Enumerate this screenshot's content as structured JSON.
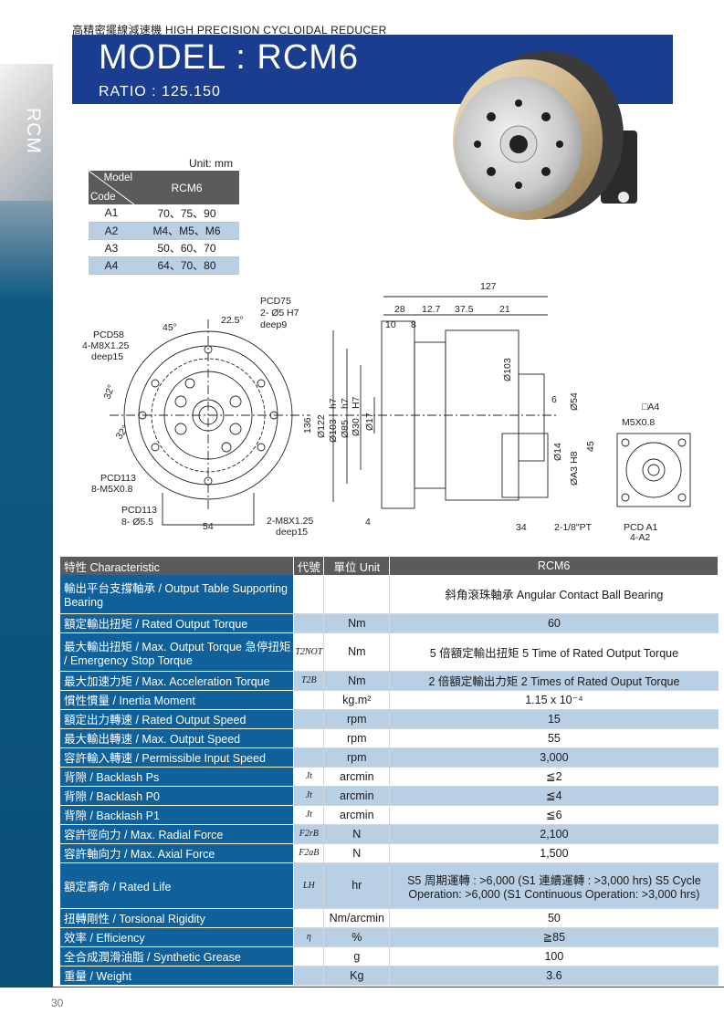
{
  "side_label": "RCM",
  "header": {
    "caption": "高精密擺線減速機  HIGH PRECISION CYCLOIDAL REDUCER",
    "title": "MODEL : RCM6",
    "ratio": "RATIO : 125.150"
  },
  "code_table": {
    "unit": "Unit: mm",
    "corner_top": "Model",
    "corner_bottom": "Code",
    "model": "RCM6",
    "rows": [
      {
        "code": "A1",
        "value": "70、75、90"
      },
      {
        "code": "A2",
        "value": "M4、M5、M6"
      },
      {
        "code": "A3",
        "value": "50、60、70"
      },
      {
        "code": "A4",
        "value": "64、70、80"
      }
    ]
  },
  "drawing": {
    "pcd75": "PCD75",
    "hole5": "2- Ø5",
    "hole5_tol": "H7",
    "deep9": "deep9",
    "ang45": "45°",
    "ang225": "22.5°",
    "pcd58": "PCD58",
    "m8": "4-M8X1.25",
    "deep15a": "deep15",
    "ang32a": "32°",
    "ang32b": "32°",
    "pcd113a": "PCD113",
    "m5": "8-M5X0.8",
    "pcd113b": "PCD113",
    "hole55": "8- Ø5.5",
    "d54": "54",
    "m8b": "2-M8X1.25",
    "deep15b": "deep15",
    "d4": "4",
    "d136": "136",
    "d122": "Ø122",
    "d103h7": "Ø103",
    "d85h7": "Ø85",
    "d30h7": "Ø30",
    "d17": "Ø17",
    "h7": "H7",
    "h7b": "h7",
    "d127": "127",
    "d28": "28",
    "d127b": "12.7",
    "d375": "37.5",
    "d21": "21",
    "d10": "10",
    "d8": "8",
    "d103": "Ø103",
    "d6": "6",
    "d54b": "Ø54",
    "d14": "Ø14",
    "d45": "45",
    "da3": "ØA3",
    "h8": "H8",
    "d34": "34",
    "pt": "2-1/8\"PT",
    "a4": "□A4",
    "m5x08": "M5X0.8",
    "pcda1": "PCD A1",
    "a2": "4-A2"
  },
  "spec": {
    "headers": [
      "特性 Characteristic",
      "代號",
      "單位 Unit",
      "RCM6"
    ],
    "rows": [
      {
        "name": "輸出平台支撐軸承 / Output Table Supporting Bearing",
        "sym": "",
        "unit": "",
        "value": "斜角滾珠軸承 Angular Contact Ball Bearing"
      },
      {
        "name": "額定輸出扭矩 / Rated Output Torque",
        "sym": "",
        "unit": "Nm",
        "value": "60"
      },
      {
        "name": "最大輸出扭矩 / Max. Output Torque 急停扭矩 / Emergency Stop Torque",
        "sym": "T2NOT",
        "unit": "Nm",
        "value": "5 倍額定輸出扭矩 5 Time of Rated Output Torque"
      },
      {
        "name": "最大加速力矩 / Max. Acceleration Torque",
        "sym": "T2B",
        "unit": "Nm",
        "value": "2 倍額定輸出力矩 2 Times of Rated Ouput Torque"
      },
      {
        "name": "慣性慣量 / Inertia Moment",
        "sym": "",
        "unit": "kg.m²",
        "value": "1.15 x 10⁻⁴"
      },
      {
        "name": "額定出力轉速 / Rated Output Speed",
        "sym": "",
        "unit": "rpm",
        "value": "15"
      },
      {
        "name": "最大輸出轉速 / Max. Output Speed",
        "sym": "",
        "unit": "rpm",
        "value": "55"
      },
      {
        "name": "容許輸入轉速 / Permissible Input Speed",
        "sym": "",
        "unit": "rpm",
        "value": "3,000"
      },
      {
        "name": "背隙 / Backlash Ps",
        "sym": "Jt",
        "unit": "arcmin",
        "value": "≦2"
      },
      {
        "name": "背隙 / Backlash P0",
        "sym": "Jt",
        "unit": "arcmin",
        "value": "≦4"
      },
      {
        "name": "背隙 / Backlash P1",
        "sym": "Jt",
        "unit": "arcmin",
        "value": "≦6"
      },
      {
        "name": "容許徑向力 / Max. Radial Force",
        "sym": "F2rB",
        "unit": "N",
        "value": "2,100"
      },
      {
        "name": "容許軸向力 / Max. Axial Force",
        "sym": "F2aB",
        "unit": "N",
        "value": "1,500"
      },
      {
        "name": "額定壽命 / Rated Life",
        "sym": "LH",
        "unit": "hr",
        "value": "S5 周期運轉 : >6,000 (S1 連續運轉 : >3,000 hrs) S5 Cycle Operation: >6,000 (S1 Continuous Operation: >3,000 hrs)"
      },
      {
        "name": "扭轉剛性 / Torsional Rigidity",
        "sym": "",
        "unit": "Nm/arcmin",
        "value": "50"
      },
      {
        "name": "效率 / Efficiency",
        "sym": "η",
        "unit": "%",
        "value": "≧85"
      },
      {
        "name": "全合成潤滑油脂 / Synthetic Grease",
        "sym": "",
        "unit": "g",
        "value": "100"
      },
      {
        "name": "重量 / Weight",
        "sym": "",
        "unit": "Kg",
        "value": "3.6"
      }
    ]
  },
  "page_number": "30"
}
